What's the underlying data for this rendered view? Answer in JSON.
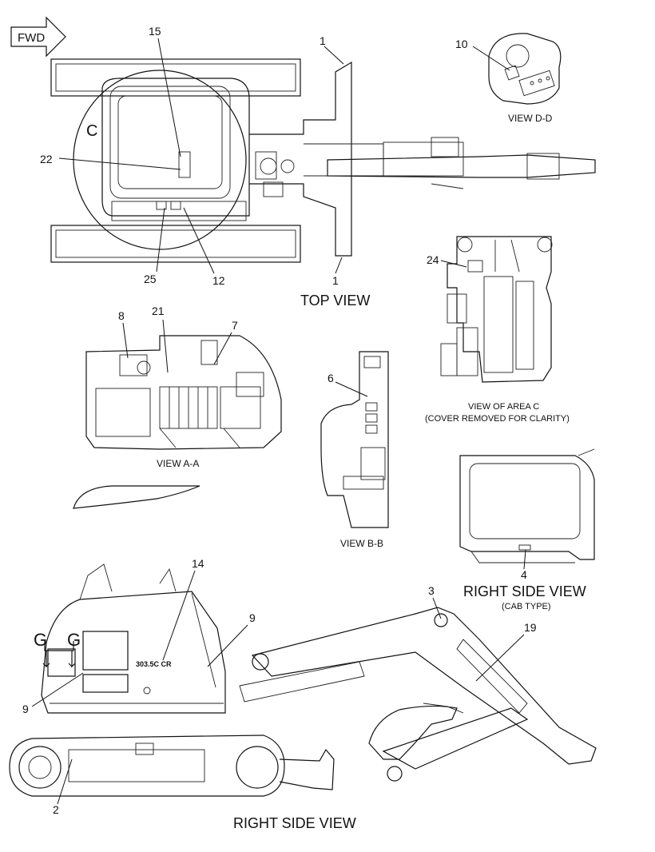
{
  "fwd": "FWD",
  "views": {
    "top": "TOP VIEW",
    "view_dd": "VIEW D-D",
    "view_aa": "VIEW A-A",
    "view_bb": "VIEW B-B",
    "area_c": "VIEW OF AREA C",
    "area_c_note": "(COVER REMOVED FOR CLARITY)",
    "rsv_cab": "RIGHT SIDE VIEW",
    "rsv_cab_note": "(CAB TYPE)",
    "rsv_main": "RIGHT SIDE VIEW"
  },
  "letters": {
    "c": "C",
    "g1": "G",
    "g2": "G"
  },
  "model_badge": "303.5C CR",
  "callouts": {
    "n1_top": "1",
    "n1_bot": "1",
    "n15": "15",
    "n22": "22",
    "n25": "25",
    "n12": "12",
    "n10": "10",
    "n24": "24",
    "n8": "8",
    "n21": "21",
    "n7": "7",
    "n6": "6",
    "n4": "4",
    "n14": "14",
    "n9_right": "9",
    "n9_left": "9",
    "n3": "3",
    "n19": "19",
    "n2": "2"
  }
}
